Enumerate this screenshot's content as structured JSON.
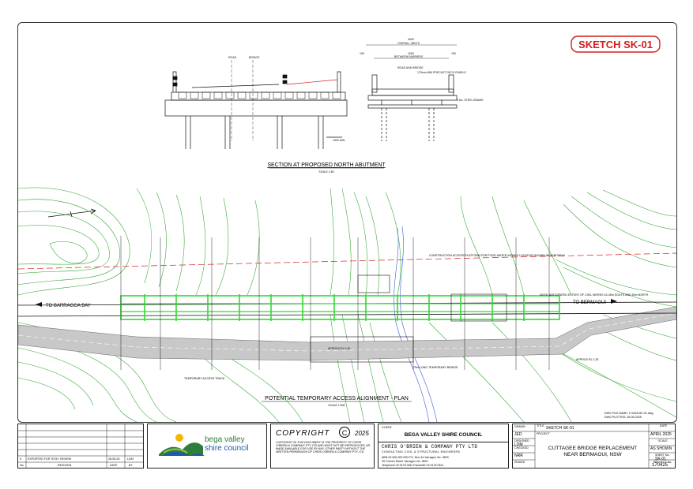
{
  "sketch_label": "SKETCH SK-01",
  "section_title": "SECTION AT PROPOSED NORTH ABUTMENT",
  "section_scale": "SCALE 1:50",
  "plan_title": "POTENTIAL TEMPORARY ACCESS ALIGNMENT - PLAN",
  "plan_scale": "SCALE 1:500",
  "section_labels": {
    "road_cl": "ROAD",
    "bridge_cl": "BRIDGE",
    "overall_width": "OVERALL WIDTH",
    "between_barriers": "BETWEEN BARRIERS",
    "road_bridge": "ROAD AND BRIDGE",
    "deck_panels": "175mm MIN PRECAST DECK PANELS",
    "steel_beams": "3 No. STEEL BEAMS",
    "dim_4590": "4590",
    "dim_4260": "4260",
    "dim_left": "150",
    "dim_right": "150",
    "pile_min": "1500 MIN."
  },
  "plan_labels": {
    "to_barragga": "TO BARRAGGA BAY",
    "to_bermagui": "TO BERMAGUI",
    "platform_note": "CONSTRUCTION ACCESS PLATFORM FOR FOOD WATER WORKS LOCATION SHOWN INDICATIVELY",
    "extent_note": "NOTE: ANTICIPATED EXTENT OF CIVIL WORKS 15-45m SOUTH AND 50m NORTH",
    "approx_rl_1": "APPROX RL 2.90",
    "approx_rl_2": "APPROX RL 1.25",
    "temp_bridge": "75m LONG TEMPORARY BRIDGE",
    "temp_track": "TEMPORARY ACCESS TRACK"
  },
  "file_info": {
    "name": "DWG FILE NAME: 170425-SK-01.dwg",
    "plotted": "DWG PLOTTED: 28-05-2025"
  },
  "revision_table": {
    "row": {
      "rev": "0",
      "description": "EXPORTED FOR TECH. REVIEW",
      "date": "28-05-25",
      "by": "LDM"
    },
    "headers": {
      "no": "No.",
      "revision": "REVISION",
      "date": "DATE",
      "by": "BY"
    }
  },
  "council": {
    "line1": "bega valley",
    "line2": "shire council"
  },
  "copyright": {
    "title": "COPYRIGHT",
    "year": "2025",
    "text": "COPYRIGHT IN THIS DOCUMENT IS THE PROPERTY OF CHRIS O'BRIEN & COMPANY PTY LTD AND MUST NOT BE REPRODUCED OR MADE AVAILABLE FOR USE BY ANY OTHER PARTY WITHOUT THE WRITTEN PERMISSION OF CHRIS O'BRIEN & COMPANY PTY LTD."
  },
  "client": {
    "label": "CLIENT",
    "name": "BEGA VALLEY SHIRE COUNCIL",
    "firm": "CHRIS O'BRIEN & COMPANY PTY LTD",
    "firm_sub": "CONSULTING CIVIL & STRUCTURAL ENGINEERS",
    "addr1": "ABN 00 000 000 000  P.O. Box 44 Yarragon Vic. 3823",
    "addr2": "39 Church Street Yarragon Vic. 3823",
    "addr3": "Telephone 03 5176 0511  Facsimile 03 5176 0511"
  },
  "drawing_info": {
    "drawn_label": "DRAWN",
    "drawn": "JED",
    "designed_label": "DESIGNED",
    "designed": "LDM",
    "checked_label": "CHECKED",
    "checked": "NRR",
    "issued_label": "ISSUED",
    "title_label": "TITLE",
    "title": "SKETCH SK-01",
    "project_label": "PROJECT",
    "project_line1": "CUTTAGEE BRIDGE REPLACEMENT",
    "project_line2": "NEAR BERMAGUI, NSW",
    "date_label": "DATE",
    "date": "APRIL 2025",
    "scale_label": "SCALE",
    "scale": "AS SHOWN",
    "sheet_label": "SHEET No.",
    "sheet": "SK-01",
    "project_no_label": "PROJECT No.",
    "project_no": "170425"
  },
  "colors": {
    "contour": "#2aa52a",
    "bridge_green": "#36d536",
    "water": "#3a5bd9",
    "sketch_red": "#d21e1e",
    "road_grey": "#c8c8c8"
  }
}
